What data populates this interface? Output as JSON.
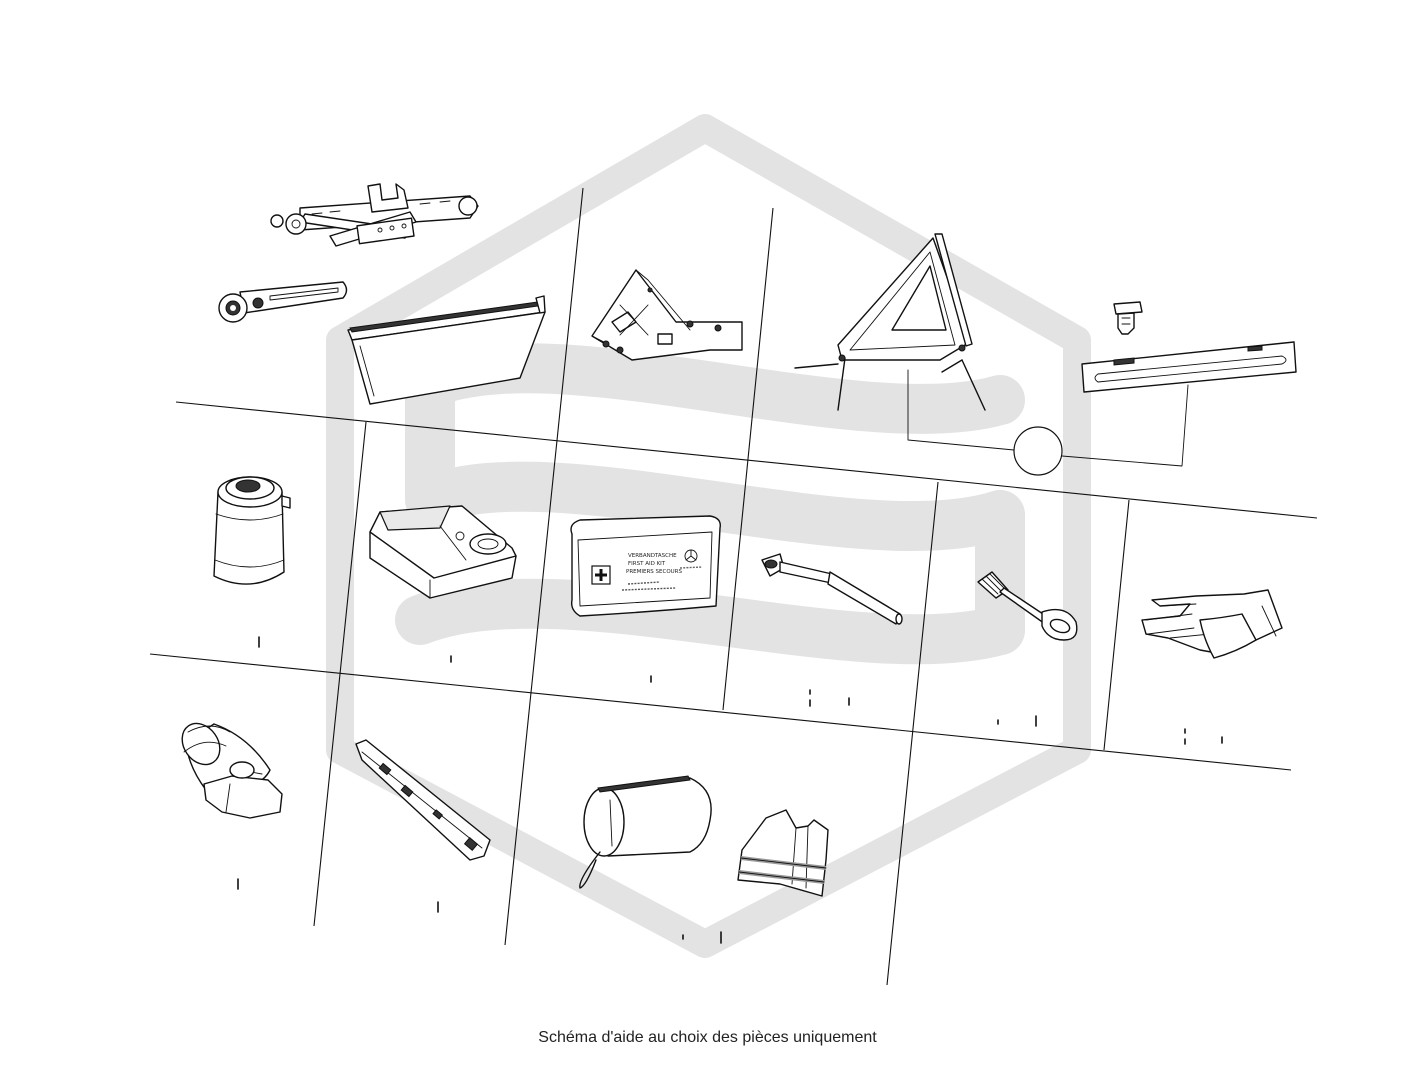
{
  "caption": "Schéma d'aide au choix des pièces uniquement",
  "colors": {
    "line": "#111111",
    "watermark": "#e3e3e3",
    "background": "#ffffff"
  },
  "first_aid_kit": {
    "line1": "VERBANDTASCHE",
    "line2": "FIRST AID KIT",
    "line3": "PREMIERS SECOURS"
  },
  "parts": [
    "jack-icon",
    "ratchet-wrench-icon",
    "storage-tray-icon",
    "wheel-chock-icon",
    "warning-triangle-icon",
    "tool-bracket-icon",
    "clip-icon",
    "sealant-bottle-icon",
    "compressor-icon",
    "first-aid-kit-icon",
    "wheel-wrench-icon",
    "towing-eye-icon",
    "gloves-icon",
    "flashlight-icon",
    "foam-holder-icon",
    "pouch-icon",
    "safety-vest-icon"
  ]
}
